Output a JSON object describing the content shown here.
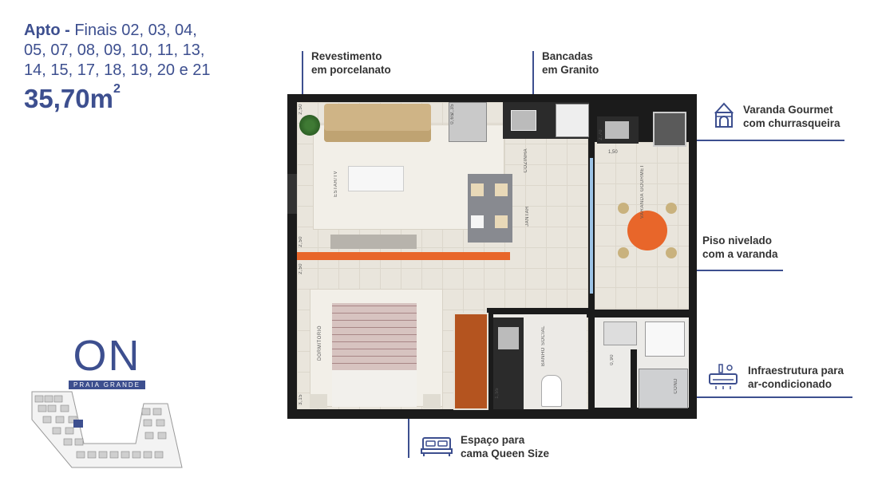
{
  "header": {
    "apto_label": "Apto -",
    "finais_line1": " Finais 02, 03, 04,",
    "finais_line2": "05, 07, 08, 09, 10, 11, 13,",
    "finais_line3": "14, 15, 17, 18, 19, 20 e 21",
    "area_value": "35,70m",
    "area_unit_sup": "2"
  },
  "callouts": {
    "revestimento": [
      "Revestimento",
      "em porcelanato"
    ],
    "bancadas": [
      "Bancadas",
      "em Granito"
    ],
    "varanda": [
      "Varanda Gourmet",
      "com churrasqueira"
    ],
    "piso": [
      "Piso nivelado",
      "com a varanda"
    ],
    "infra": [
      "Infraestrutura para",
      "ar-condicionado"
    ],
    "espaco": [
      "Espaço para",
      "cama Queen Size"
    ]
  },
  "logo": {
    "title": "ON",
    "subtitle": "PRAIA GRANDE"
  },
  "plan_labels": {
    "estar": "ESTAR/TV",
    "cozinha": "COZINHA",
    "jantar": "JANTAR",
    "varanda": "VARANDA GOURMET",
    "dormitorio": "DORMITÓRIO",
    "banho": "BANHO SOCIAL",
    "cond": "COND",
    "dim_250a": "2,50",
    "dim_250b": "2,50",
    "dim_235": "2,35",
    "dim_065": "0,65",
    "dim_270": "2,70",
    "dim_150": "1,50",
    "dim_090": "0,90",
    "dim_155": "1,55",
    "dim_315": "3,15",
    "dim_250c": "2,50"
  },
  "colors": {
    "brand": "#3d4f8f",
    "wall": "#1b1b1b",
    "accent_orange": "#e8662a"
  }
}
